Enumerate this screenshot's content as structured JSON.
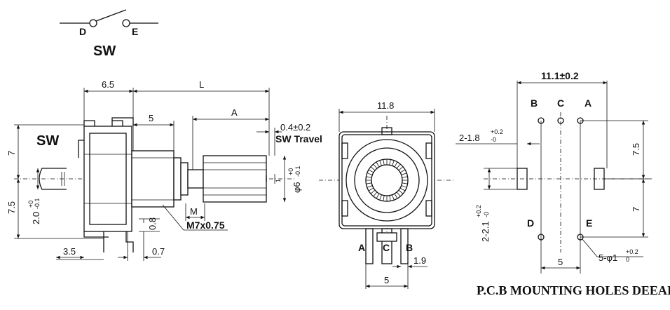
{
  "schematic": {
    "pin_left": "D",
    "pin_right": "E",
    "title": "SW"
  },
  "side_view": {
    "sw_label": "SW",
    "dim_65": "6.5",
    "dim_L": "L",
    "dim_5": "5",
    "dim_A": "A",
    "dim_04": "0.4±0.2",
    "sw_travel": "SW Travel",
    "dim_7": "7",
    "dim_75": "7.5",
    "dim_20": "2.0",
    "dim_20_tol_top": "+0",
    "dim_20_tol_bot": "-0.1",
    "dim_phi6": "φ6",
    "dim_phi6_tol_top": "+0",
    "dim_phi6_tol_bot": "-0.1",
    "dim_1": "1",
    "dim_M": "M",
    "thread": "M7x0.75",
    "dim_08": "0.8",
    "dim_07": "0.7",
    "dim_35": "3.5"
  },
  "front_view": {
    "dim_118": "11.8",
    "pin_A": "A",
    "pin_C": "C",
    "pin_B": "B",
    "dim_19": "1.9",
    "dim_5": "5"
  },
  "pcb_view": {
    "dim_111": "11.1±0.2",
    "pin_B": "B",
    "pin_C": "C",
    "pin_A": "A",
    "pin_D": "D",
    "pin_E": "E",
    "dim_18": "2-1.8",
    "dim_18_tol_top": "+0.2",
    "dim_18_tol_bot": "-0",
    "dim_21": "2-2.1",
    "dim_21_tol_top": "+0.2",
    "dim_21_tol_bot": "-0",
    "dim_75": "7.5",
    "dim_7": "7",
    "dim_5": "5",
    "dim_holes": "5-φ1",
    "dim_holes_tol_top": "+0.2",
    "dim_holes_tol_bot": "0",
    "caption": "P.C.B MOUNTING HOLES DEEAIL"
  }
}
